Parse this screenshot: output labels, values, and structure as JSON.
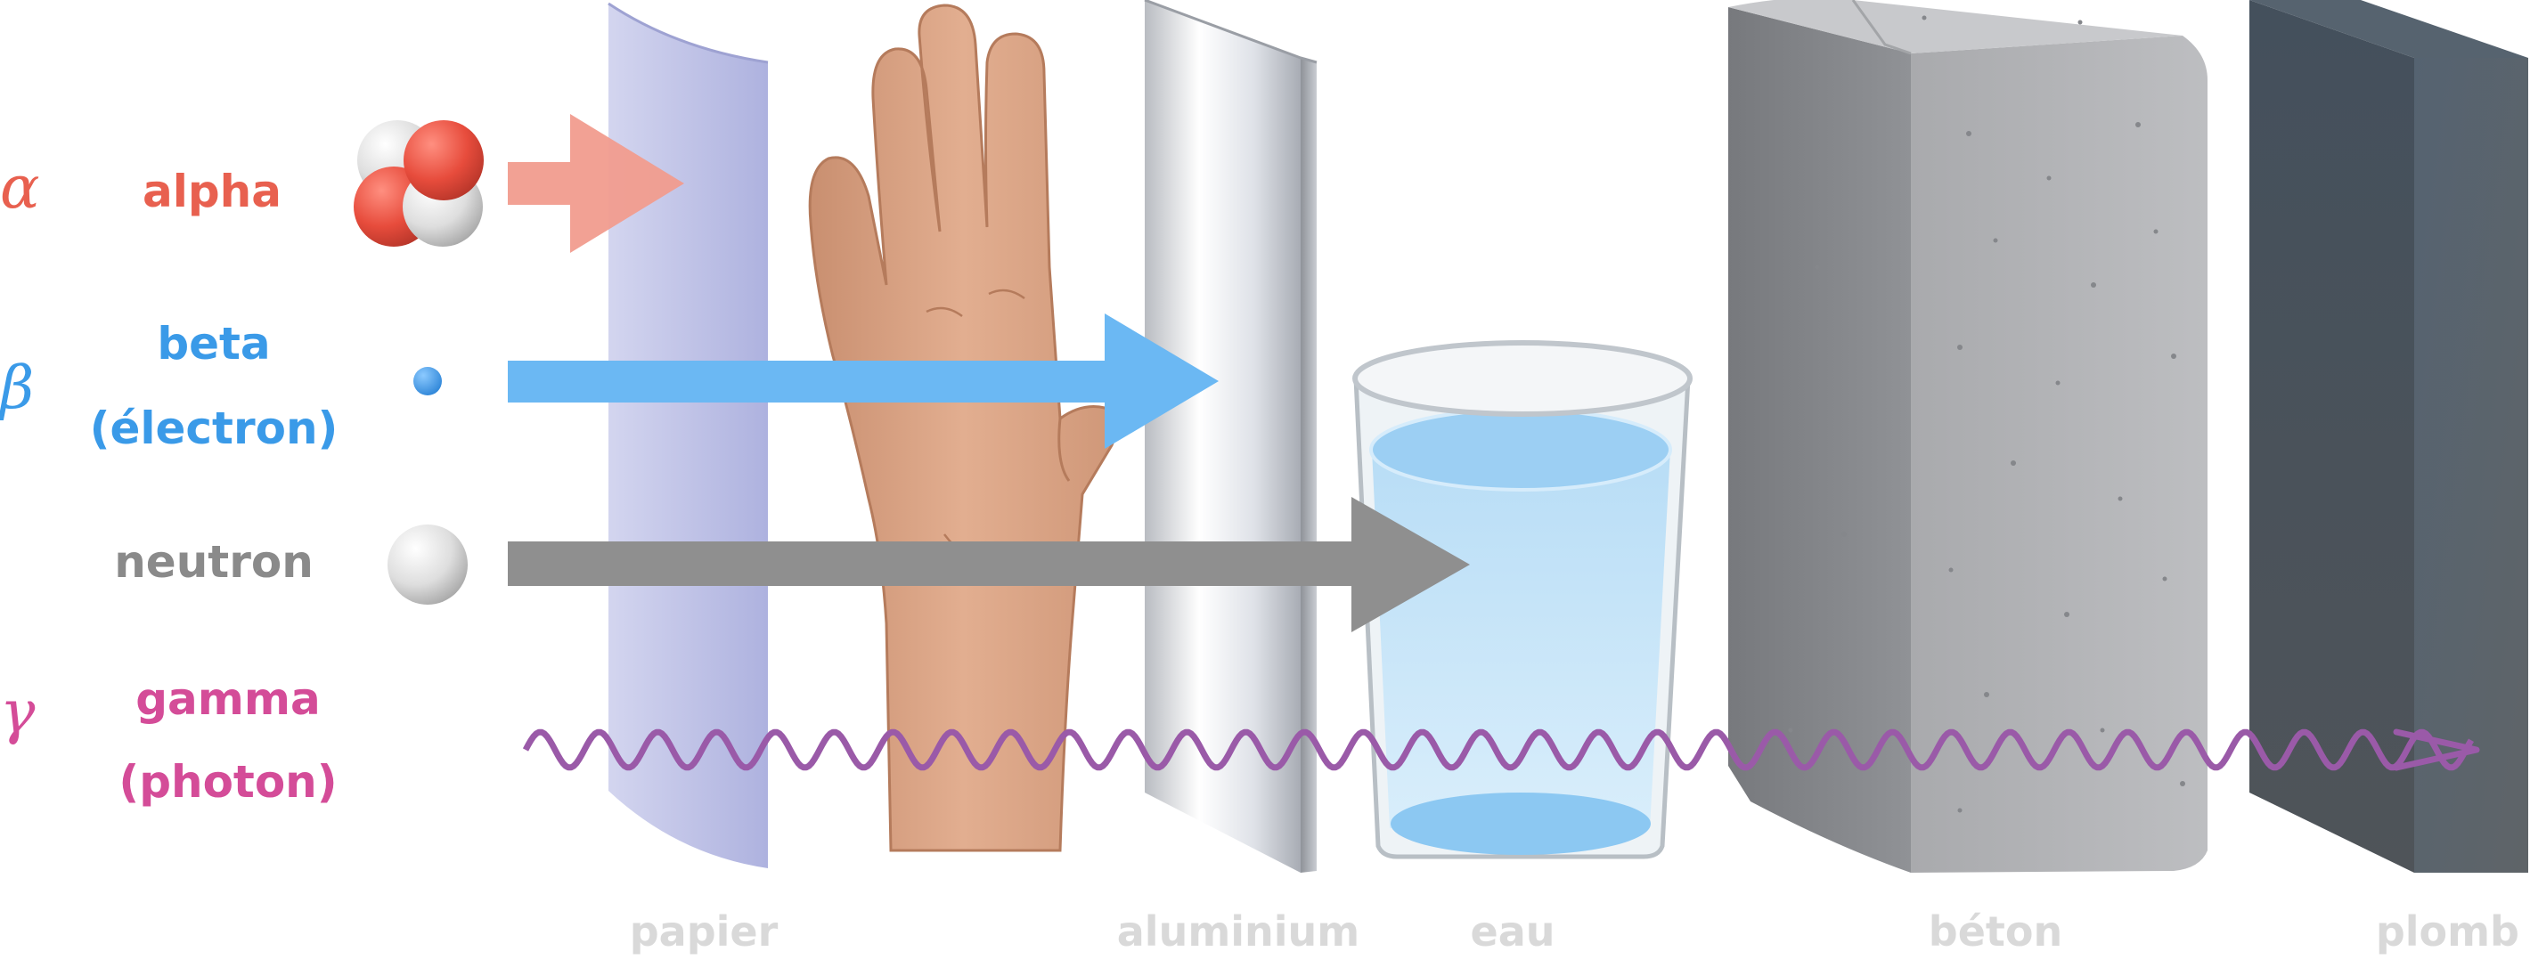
{
  "colors": {
    "alpha": "#e8604f",
    "beta": "#3a9ae8",
    "neutron": "#8a8a8a",
    "gamma": "#d44c98",
    "gamma_wave": "#9a5aa8",
    "material_label": "#d9d9d9"
  },
  "radiations": [
    {
      "symbol": "α",
      "name": "alpha",
      "name2": "",
      "particle": "helium-nucleus-icon",
      "stopped_by": "papier"
    },
    {
      "symbol": "β",
      "name": "beta",
      "name2": "(électron)",
      "particle": "electron-dot-icon",
      "stopped_by": "aluminium"
    },
    {
      "symbol": "",
      "name": "neutron",
      "name2": "",
      "particle": "neutron-sphere-icon",
      "stopped_by": "eau"
    },
    {
      "symbol": "γ",
      "name": "gamma",
      "name2": "(photon)",
      "particle": "wave-icon",
      "stopped_by": "plomb"
    }
  ],
  "materials": [
    "papier",
    "aluminium",
    "eau",
    "béton",
    "plomb"
  ]
}
